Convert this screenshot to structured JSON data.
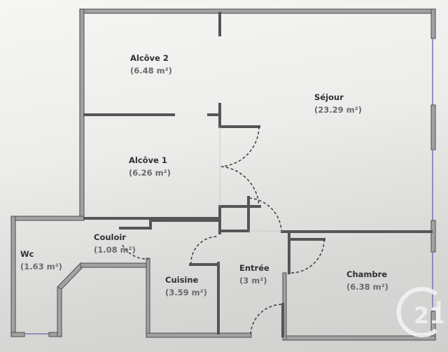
{
  "plan": {
    "type": "apartment floor plan",
    "rooms": [
      {
        "id": "alcove2",
        "name": "Alcôve 2",
        "area": "(6.48 m²)"
      },
      {
        "id": "sejour",
        "name": "Séjour",
        "area": "(23.29 m²)"
      },
      {
        "id": "alcove1",
        "name": "Alcôve 1",
        "area": "(6.26 m²)"
      },
      {
        "id": "couloir",
        "name": "Couloir",
        "area": "(1.08 m²)"
      },
      {
        "id": "wc",
        "name": "Wc",
        "area": "(1.63 m²)"
      },
      {
        "id": "cuisine",
        "name": "Cuisine",
        "area": "(3.59 m²)"
      },
      {
        "id": "entree",
        "name": "Entrée",
        "area": "(3 m²)"
      },
      {
        "id": "chambre",
        "name": "Chambre",
        "area": "(6.38 m²)"
      }
    ]
  },
  "watermark": {
    "text": "21",
    "brand_icon": "century21-logo-icon"
  },
  "colors": {
    "wall_fill": "#a2a2a2",
    "wall_outline": "#555555",
    "window": "#7a7ab8",
    "text_name": "#2f2f2f",
    "text_area": "#6a6a6a"
  }
}
